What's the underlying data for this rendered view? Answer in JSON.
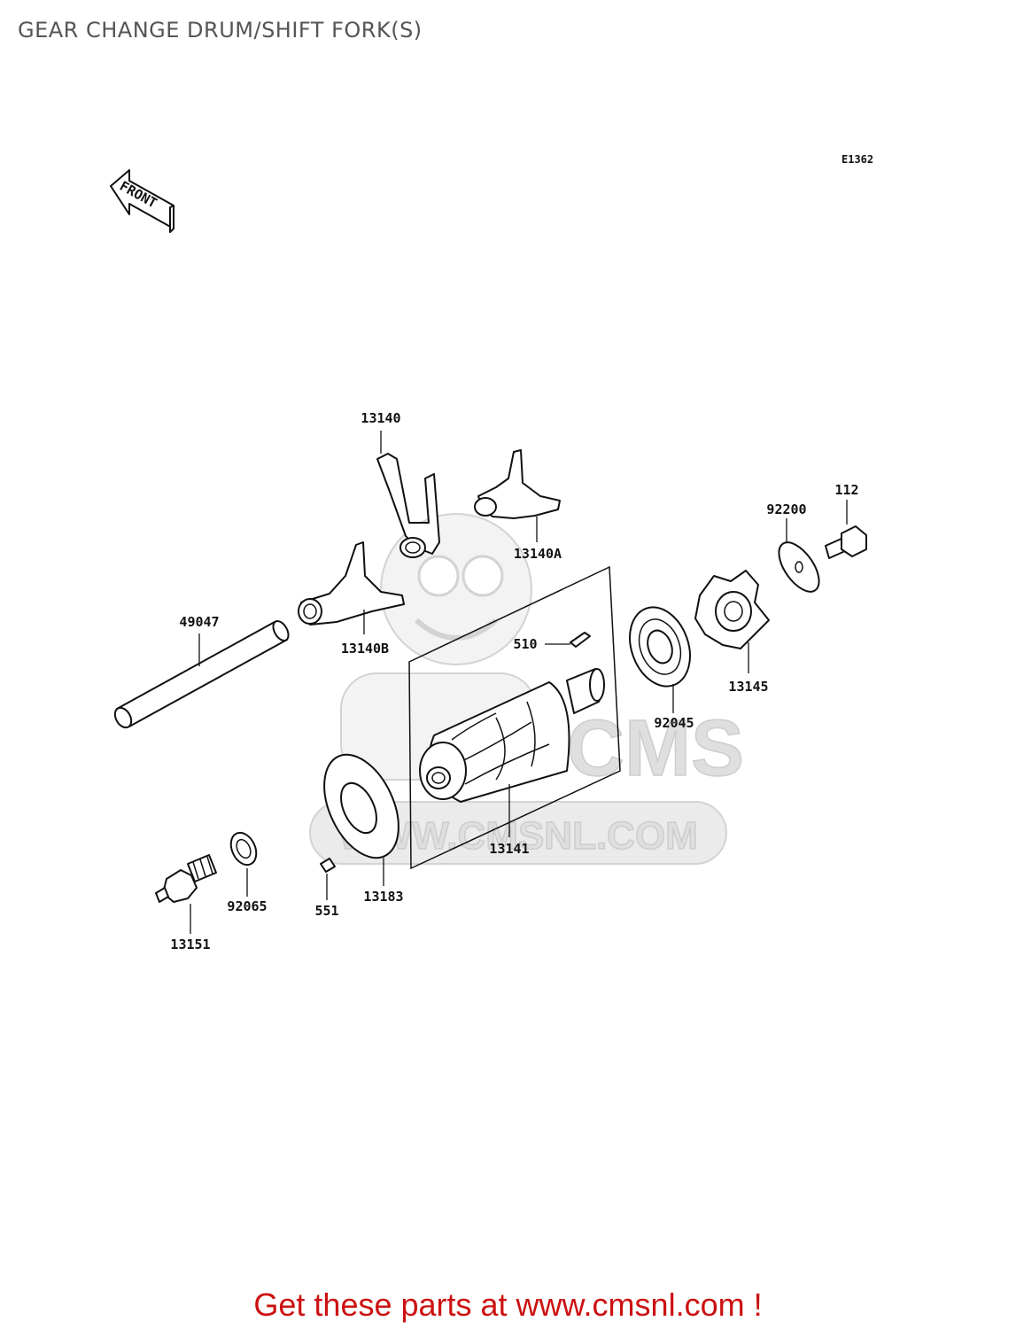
{
  "page": {
    "title": "GEAR CHANGE DRUM/SHIFT FORK(S)",
    "diagram_code": "E1362",
    "front_label": "FRONT",
    "footer": "Get these parts at www.cmsnl.com !"
  },
  "watermark": {
    "brand": "CMS",
    "url": "WWW.CMSNL.COM"
  },
  "parts": [
    {
      "number": "13140"
    },
    {
      "number": "13140A"
    },
    {
      "number": "13140B"
    },
    {
      "number": "49047"
    },
    {
      "number": "510"
    },
    {
      "number": "92200"
    },
    {
      "number": "112"
    },
    {
      "number": "13145"
    },
    {
      "number": "92045"
    },
    {
      "number": "13141"
    },
    {
      "number": "13183"
    },
    {
      "number": "551"
    },
    {
      "number": "92065"
    },
    {
      "number": "13151"
    }
  ]
}
